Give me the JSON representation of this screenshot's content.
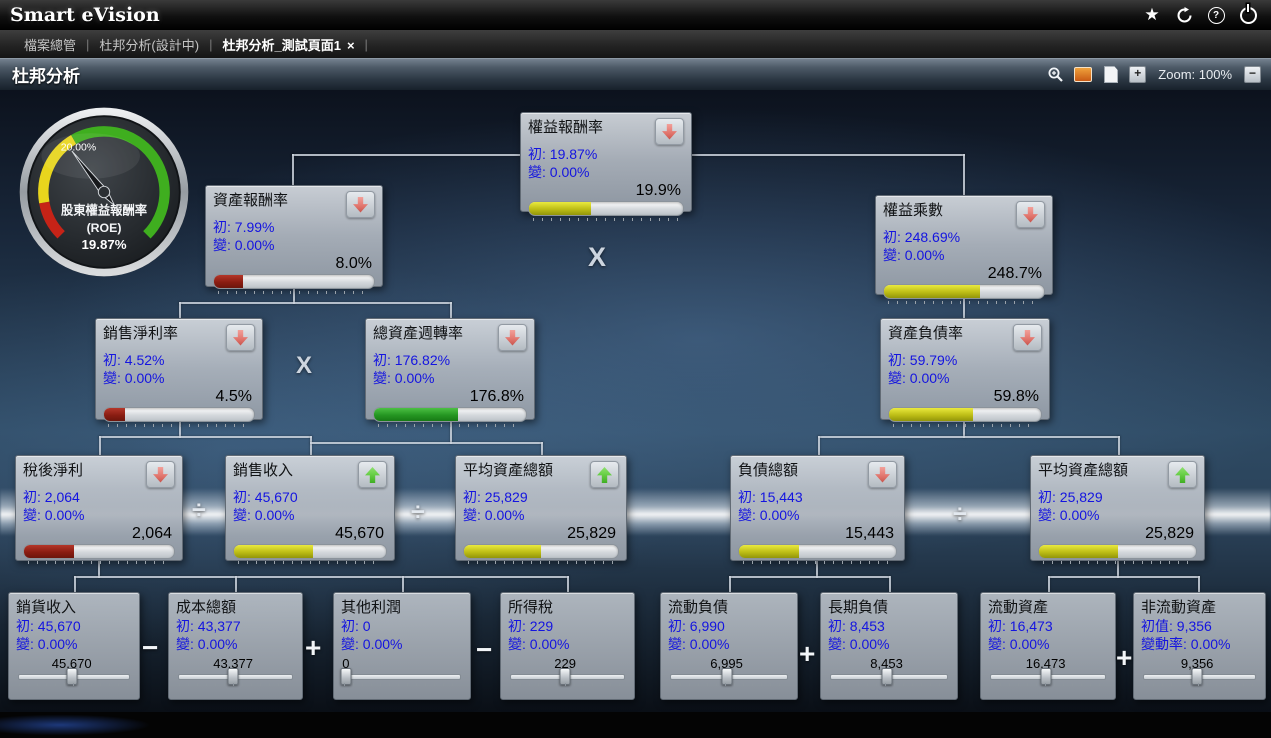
{
  "header": {
    "app_title": "Smart eVision"
  },
  "tab_bar": {
    "separator": "|",
    "tabs": [
      {
        "label": "檔案總管"
      },
      {
        "label": "杜邦分析(設計中)"
      },
      {
        "label": "杜邦分析_測試頁面1",
        "close": "×"
      }
    ]
  },
  "toolbar": {
    "page_title": "杜邦分析",
    "zoom_in": "+",
    "zoom_out": "−",
    "zoom_label": "Zoom: 100%"
  },
  "gauge": {
    "needle_label": "20.00%",
    "title": "股東權益報酬率",
    "subtitle": "(ROE)",
    "value": "19.87%"
  },
  "operators": {
    "mul1": "X",
    "mul2": "X",
    "div1": "÷",
    "div2": "÷",
    "div3": "÷",
    "minus1": "−",
    "plus1": "+",
    "minus2": "−",
    "plus2": "+",
    "plus3": "+"
  },
  "nodes": [
    {
      "title": "權益報酬率",
      "trend": "down",
      "init": "初: 19.87%",
      "change": "變: 0.00%",
      "value": "19.9%",
      "bar_pct": 40,
      "bar_color": "yellow"
    },
    {
      "title": "資產報酬率",
      "trend": "down",
      "init": "初: 7.99%",
      "change": "變: 0.00%",
      "value": "8.0%",
      "bar_pct": 18,
      "bar_color": "red"
    },
    {
      "title": "權益乘數",
      "trend": "down",
      "init": "初: 248.69%",
      "change": "變: 0.00%",
      "value": "248.7%",
      "bar_pct": 60,
      "bar_color": "yellow"
    },
    {
      "title": "銷售淨利率",
      "trend": "down",
      "init": "初: 4.52%",
      "change": "變: 0.00%",
      "value": "4.5%",
      "bar_pct": 14,
      "bar_color": "red"
    },
    {
      "title": "總資產週轉率",
      "trend": "down",
      "init": "初: 176.82%",
      "change": "變: 0.00%",
      "value": "176.8%",
      "bar_pct": 55,
      "bar_color": "green"
    },
    {
      "title": "資產負債率",
      "trend": "down",
      "init": "初: 59.79%",
      "change": "變: 0.00%",
      "value": "59.8%",
      "bar_pct": 55,
      "bar_color": "yellow"
    },
    {
      "title": "稅後淨利",
      "trend": "down",
      "init": "初: 2,064",
      "change": "變: 0.00%",
      "value": "2,064",
      "bar_pct": 33,
      "bar_color": "red"
    },
    {
      "title": "銷售收入",
      "trend": "up",
      "init": "初: 45,670",
      "change": "變: 0.00%",
      "value": "45,670",
      "bar_pct": 52,
      "bar_color": "yellow"
    },
    {
      "title": "平均資產總額",
      "trend": "up",
      "init": "初: 25,829",
      "change": "變: 0.00%",
      "value": "25,829",
      "bar_pct": 50,
      "bar_color": "yellow"
    },
    {
      "title": "負債總額",
      "trend": "down",
      "init": "初: 15,443",
      "change": "變: 0.00%",
      "value": "15,443",
      "bar_pct": 38,
      "bar_color": "yellow"
    },
    {
      "title": "平均資產總額",
      "trend": "up",
      "init": "初: 25,829",
      "change": "變: 0.00%",
      "value": "25,829",
      "bar_pct": 50,
      "bar_color": "yellow"
    },
    {
      "title": "銷貨收入",
      "init": "初: 45,670",
      "change": "變: 0.00%",
      "value": "45,670",
      "slider_pct": 48
    },
    {
      "title": "成本總額",
      "init": "初: 43,377",
      "change": "變: 0.00%",
      "value": "43,377",
      "slider_pct": 48
    },
    {
      "title": "其他利潤",
      "init": "初: 0",
      "change": "變: 0.00%",
      "value": "0",
      "slider_pct": 4
    },
    {
      "title": "所得稅",
      "init": "初: 229",
      "change": "變: 0.00%",
      "value": "229",
      "slider_pct": 48
    },
    {
      "title": "流動負債",
      "init": "初: 6,990",
      "change": "變: 0.00%",
      "value": "6,995",
      "slider_pct": 48
    },
    {
      "title": "長期負債",
      "init": "初: 8,453",
      "change": "變: 0.00%",
      "value": "8,453",
      "slider_pct": 48
    },
    {
      "title": "流動資產",
      "init": "初: 16,473",
      "change": "變: 0.00%",
      "value": "16,473",
      "slider_pct": 48
    },
    {
      "title": "非流動資產",
      "init": "初值: 9,356",
      "change": "變動率: 0.00%",
      "value": "9,356",
      "slider_pct": 48
    }
  ]
}
